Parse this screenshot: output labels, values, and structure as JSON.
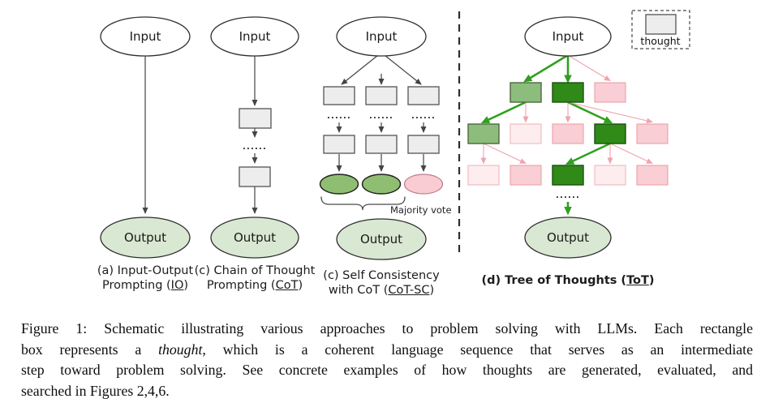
{
  "colors": {
    "box_gray_fill": "#ededed",
    "box_gray_border": "#5f5f5f",
    "input_fill": "#ffffff",
    "output_fill": "#d9e8d2",
    "result_green": "#8fbe72",
    "result_pink": "#f9ccd3",
    "tree_mid_green": "#8cbd7c",
    "tree_dark_green": "#2f8a18",
    "tree_pink": "#f9ced4",
    "tree_faint_pink": "#fdedef",
    "arrow_dark": "#444444",
    "arrow_green": "#2fa01e",
    "arrow_pink": "#f0a3ad"
  },
  "diagrams": {
    "io": {
      "input": "Input",
      "output": "Output",
      "caption": {
        "line1": "(a) Input-Output",
        "line2_pre": "Prompting (",
        "abbr": "IO",
        "line2_post": ")"
      }
    },
    "cot": {
      "input": "Input",
      "output": "Output",
      "dots": "......",
      "caption": {
        "line1": "(c) Chain of Thought",
        "line2_pre": "Prompting (",
        "abbr": "CoT",
        "line2_post": ")"
      }
    },
    "cot_sc": {
      "input": "Input",
      "output": "Output",
      "dots": "......",
      "majority_vote": "Majority vote",
      "results": [
        "green",
        "green",
        "pink"
      ],
      "caption": {
        "line1": "(c) Self Consistency",
        "line2_pre": "with CoT (",
        "abbr": "CoT-SC",
        "line2_post": ")"
      }
    },
    "tot": {
      "input": "Input",
      "output": "Output",
      "dots": "......",
      "legend_label": "thought",
      "caption": {
        "pre": "(d) Tree of Thoughts (",
        "abbr": "ToT",
        "post": ")"
      },
      "tree": {
        "levels": [
          [
            "mid_green",
            "dark_green",
            "pink"
          ],
          [
            "mid_green",
            "faint_pink",
            "pink",
            "dark_green",
            "pink"
          ],
          [
            "faint_pink",
            "pink",
            "dark_green",
            "faint_pink",
            "pink"
          ]
        ],
        "edges": [
          [
            "input",
            "0.0",
            "green"
          ],
          [
            "input",
            "0.1",
            "green"
          ],
          [
            "input",
            "0.2",
            "pink"
          ],
          [
            "0.0",
            "1.0",
            "green"
          ],
          [
            "0.0",
            "1.1",
            "pink"
          ],
          [
            "0.1",
            "1.2",
            "pink"
          ],
          [
            "0.1",
            "1.3",
            "green"
          ],
          [
            "0.1",
            "1.4",
            "pink"
          ],
          [
            "1.0",
            "2.0",
            "pink"
          ],
          [
            "1.0",
            "2.1",
            "pink"
          ],
          [
            "1.3",
            "2.2",
            "green"
          ],
          [
            "1.3",
            "2.3",
            "pink"
          ],
          [
            "1.3",
            "2.4",
            "pink"
          ]
        ]
      }
    }
  },
  "figure_caption": {
    "line1": "Figure 1: Schematic illustrating various approaches to problem solving with LLMs. Each rectangle",
    "line2_pre": "box represents a ",
    "line2_italic": "thought",
    "line2_post": ", which is a coherent language sequence that serves as an intermediate",
    "line3": "step toward problem solving. See concrete examples of how thoughts are generated, evaluated, and",
    "line4": "searched in Figures 2,4,6."
  }
}
